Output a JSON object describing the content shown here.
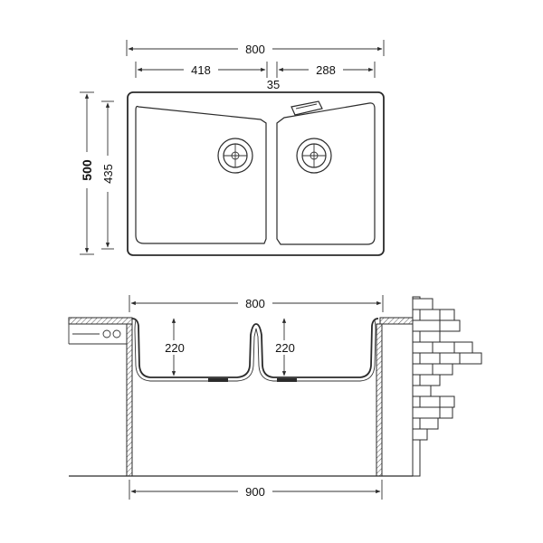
{
  "top_view": {
    "overall_width": "800",
    "left_bowl_width": "418",
    "right_bowl_width": "288",
    "divider_width": "35",
    "overall_depth": "500",
    "inner_depth": "435"
  },
  "section_view": {
    "sink_width": "800",
    "left_bowl_depth": "220",
    "right_bowl_depth": "220",
    "cabinet_width": "900"
  },
  "colors": {
    "line": "#2b2b2b",
    "hatch": "#555555",
    "background": "#ffffff"
  }
}
